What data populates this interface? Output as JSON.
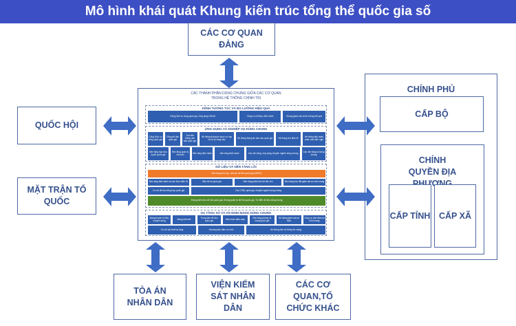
{
  "title": "Mô hình khái quát Khung kiến trúc tổng thể quốc gia số",
  "party": "CÁC CƠ QUAN ĐẢNG",
  "assembly": "QUỐC HỘI",
  "front": "MẶT TRẬN TỔ QUỐC",
  "court": "TÒA ÁN NHÂN DÂN",
  "procuracy": "VIỆN KIỂM SÁT NHÂN DÂN",
  "others": "CÁC CƠ QUAN,TỔ CHỨC KHÁC",
  "government": {
    "title": "CHÍNH PHỦ",
    "ministry": "CẤP BỘ",
    "local": "CHÍNH QUYỀN ĐỊA PHƯƠNG",
    "province": "CẤP TỈNH",
    "commune": "CẤP XÃ"
  },
  "center": {
    "title": "CÁC THÀNH PHẦN DÙNG CHUNG GIỮA CÁC CƠ QUAN TRONG HỆ THỐNG CHÍNH TRỊ",
    "channels": {
      "title": "KÊNH TƯƠNG TÁC VÀ ĐO LƯỜNG HIỆU QUẢ",
      "items": [
        "Cổng Dịch vụ công quốc gia, Ứng dụng VNeID",
        "Công cụ chỉ đạo, điều hành",
        "Khung giám sát và đo lường kết quả"
      ]
    },
    "apps": {
      "title": "ỨNG DỤNG VÀ NGHIỆP VỤ DÙNG CHUNG",
      "row1": [
        "Cổng Dịch vụ công quốc gia",
        "Cổng dữ liệu quốc gia",
        "Trục liên thông văn bản quốc gia",
        "Hệ thống thông tin phục vụ họp và xử lý công việc",
        "Hệ thống thông tin báo cáo quốc gia",
        "Hệ thống thư điện tử",
        "Hệ thống tiếp nhận phản ánh kiến nghị"
      ],
      "row2": [
        "Nền tảng họp trực tuyến quốc gia",
        "Nền tảng quản lý văn bản",
        "Nền tảng điều hành",
        "Nền tảng định danh",
        "Các nền tảng, ứng dụng chuyên ngành dùng chung",
        "Các nền tảng số dùng chung"
      ]
    },
    "data": {
      "title": "DỮ LIỆU VÀ NỀN TẢNG LÕI",
      "orange": "Nền tảng tích hợp, chia sẻ dữ liệu quốc gia (NDXP)",
      "row1": [
        "Nền tảng định danh và xác thực điện tử",
        "Bản đồ số quốc gia",
        "Nền tảng phân tích dữ liệu lớn",
        "Nền tảng trao đổi giám sát an ninh mạng"
      ],
      "row2": [
        "Cơ sở dữ liệu tổng hợp quốc gia",
        "Các CSDL quốc gia, chuyên ngành dùng chung"
      ],
      "green": "Khung kiến trúc dữ liệu quốc gia, Khung quản trị dữ liệu quốc gia, Từ điển dữ liệu dùng chung"
    },
    "infra": {
      "title": "HẠ TẦNG SỐ VÀ AN NINH MẠNG DÙNG CHUNG",
      "row1": [
        "Mạng truyền số liệu chuyên dùng",
        "Mạng Internet",
        "Trung tâm dữ liệu quốc gia",
        "Điện toán đám mây",
        "Nền tảng phòng vệ mạng quốc gia",
        "Hệ thống giám sát an toàn",
        "Công cụ bảo đảm an ninh mạng"
      ],
      "row2": [
        "Cơ sở vật chất hạ tầng",
        "Hạ tầng bảo đảm an ninh",
        "Hệ thống bảo vệ thông tin mạng"
      ]
    }
  }
}
